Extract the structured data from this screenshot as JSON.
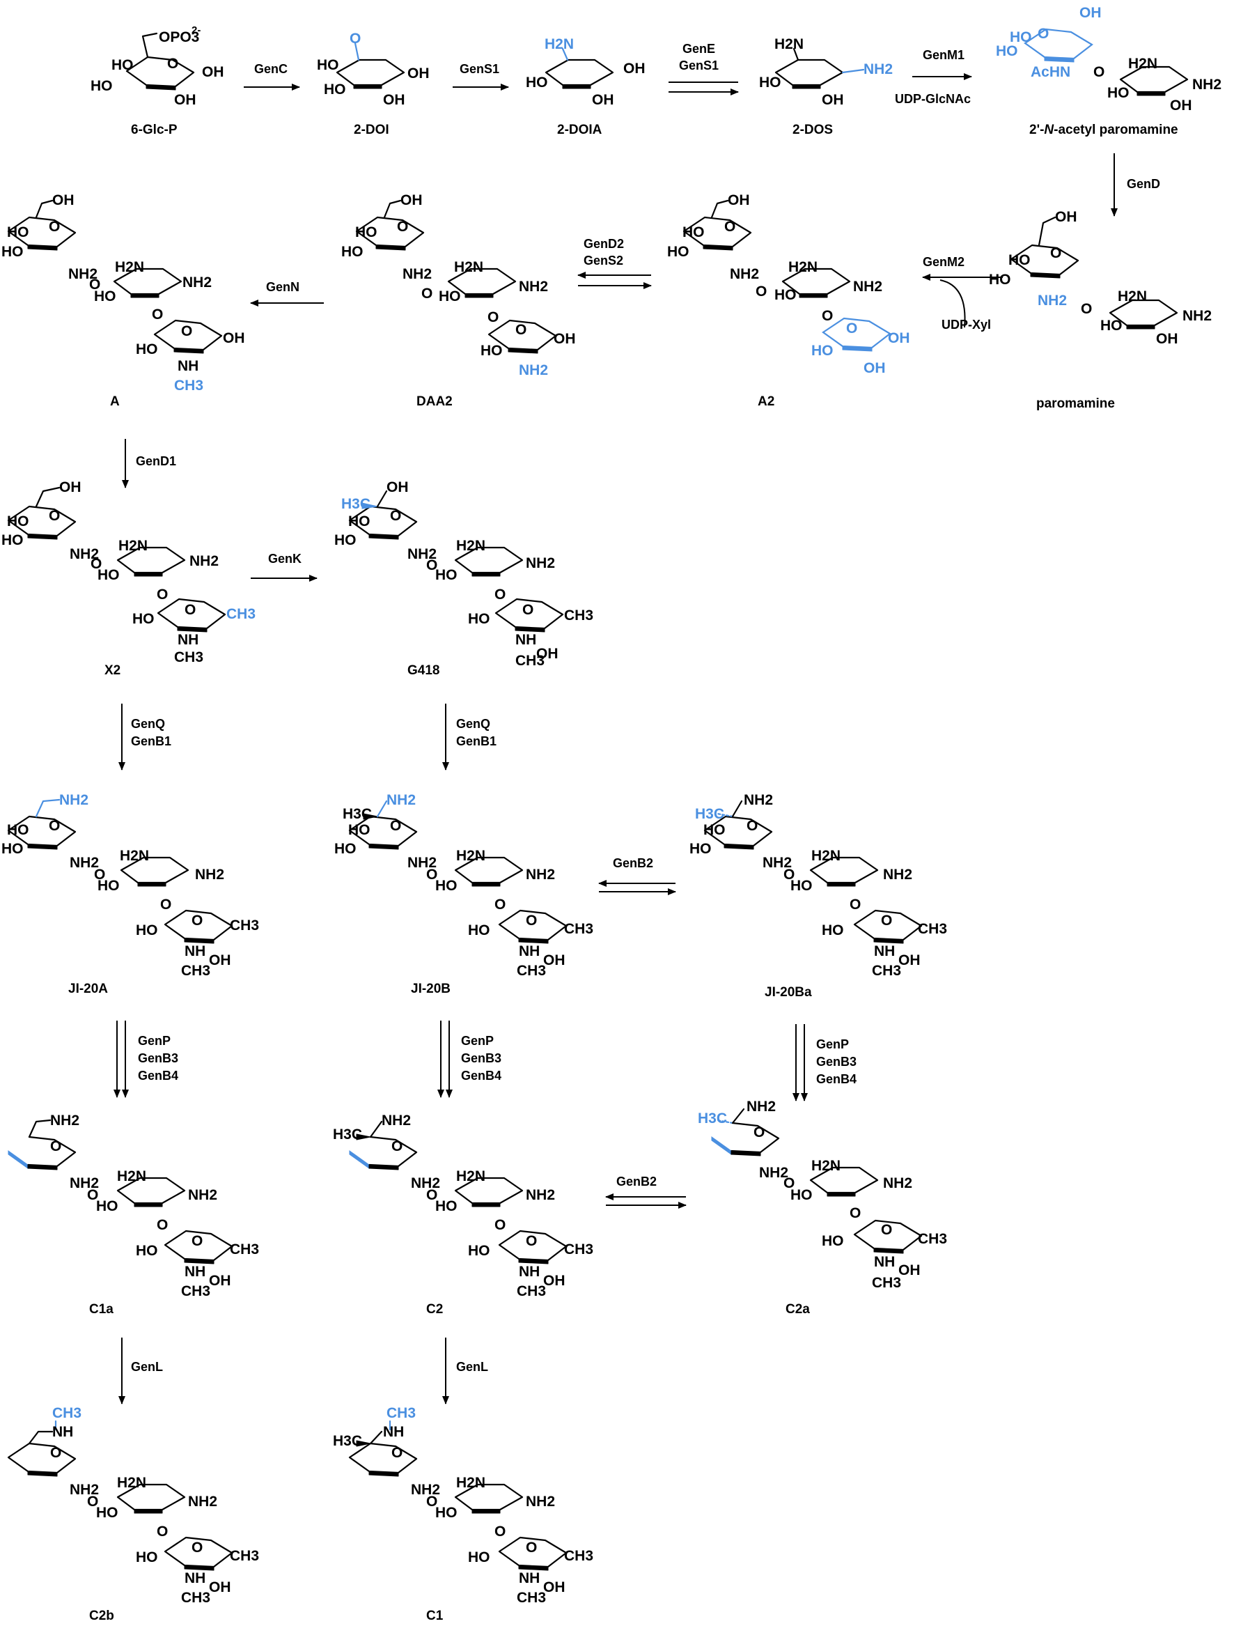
{
  "compounds": {
    "glc6p": "6-Glc-P",
    "doi": "2-DOI",
    "doia": "2-DOIA",
    "dos": "2-DOS",
    "acpar_a": "2'-",
    "acpar_b": "N",
    "acpar_c": "-acetyl  paromamine",
    "paromamine": "paromamine",
    "a2": "A2",
    "daa2": "DAA2",
    "a": "A",
    "x2": "X2",
    "g418": "G418",
    "ji20a": "JI-20A",
    "ji20b": "JI-20B",
    "ji20ba": "JI-20Ba",
    "c1a": "C1a",
    "c2": "C2",
    "c2a": "C2a",
    "c2b": "C2b",
    "c1": "C1"
  },
  "enzymes": {
    "genc": "GenC",
    "gens1": "GenS1",
    "gene": "GenE",
    "gens1b": "GenS1",
    "genm1": "GenM1",
    "udpglcnac": "UDP-GlcNAc",
    "gend": "GenD",
    "genm2": "GenM2",
    "udpxyl": "UDP-Xyl",
    "gend2": "GenD2",
    "gens2": "GenS2",
    "genn": "GenN",
    "gend1": "GenD1",
    "genk": "GenK",
    "genq": "GenQ",
    "genb1": "GenB1",
    "genb2": "GenB2",
    "genp": "GenP",
    "genb3": "GenB3",
    "genb4": "GenB4",
    "genl": "GenL"
  },
  "atoms": {
    "oh": "OH",
    "ho": "HO",
    "o": "O",
    "nh2": "NH2",
    "h2n": "H2N",
    "nh": "NH",
    "ch3": "CH3",
    "h3c": "H3C",
    "achn": "AcHN",
    "opo3": "OPO3",
    "charge": "2-"
  },
  "colors": {
    "highlight": "#4a8fe0",
    "ink": "#000000"
  }
}
